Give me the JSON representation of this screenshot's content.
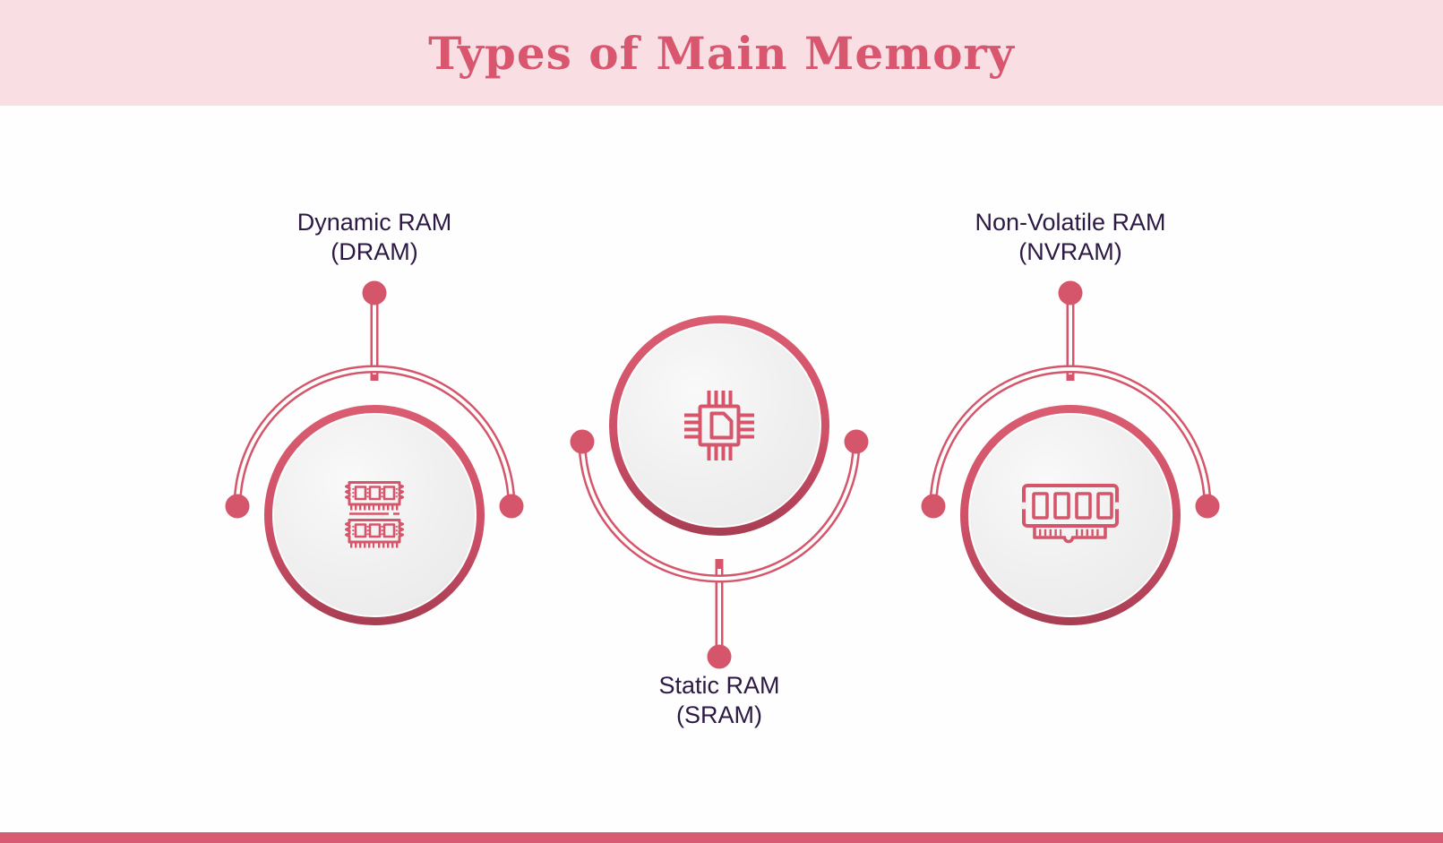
{
  "header": {
    "title": "Types of Main Memory"
  },
  "nodes": [
    {
      "id": "dram",
      "line1": "Dynamic RAM",
      "line2": "(DRAM)",
      "icon": "dram-modules-icon",
      "label_position": "top"
    },
    {
      "id": "sram",
      "line1": "Static RAM",
      "line2": "(SRAM)",
      "icon": "sram-chip-icon",
      "label_position": "bottom"
    },
    {
      "id": "nvram",
      "line1": "Non-Volatile RAM",
      "line2": "(NVRAM)",
      "icon": "nvram-module-icon",
      "label_position": "top"
    }
  ],
  "colors": {
    "accent": "#D5566B",
    "accent_dark": "#A93E53",
    "header_bg": "#F9DFE4",
    "title_text": "#D8566E",
    "label_text": "#2D1A44",
    "footer_bar": "#D85B71",
    "disc_fill": "#F1F0F0",
    "background": "#FEFEFE"
  }
}
